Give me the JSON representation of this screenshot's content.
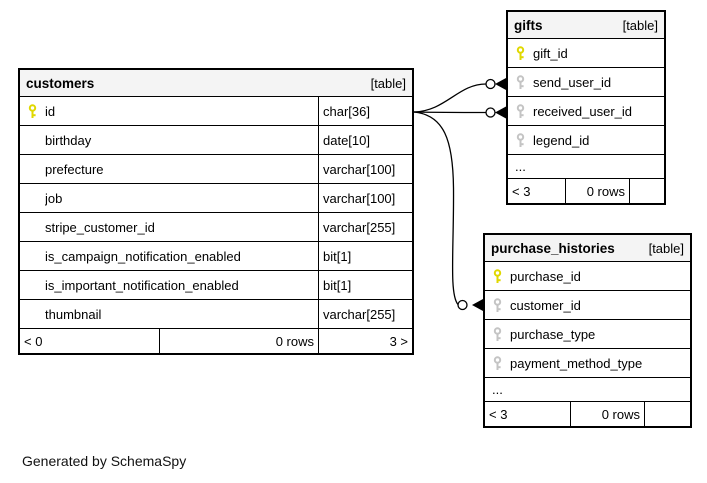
{
  "page": {
    "generated_note": "Generated by SchemaSpy",
    "background_color": "#ffffff",
    "primary_key_color": "#e0d800",
    "foreign_key_color": "#c4c4c4",
    "border_color": "#000000",
    "header_bg_color": "#f4f4f4"
  },
  "tables": {
    "customers": {
      "title": "customers",
      "tag": "[table]",
      "columns": [
        {
          "key": "primary",
          "name": "id",
          "type": "char[36]"
        },
        {
          "key": null,
          "name": "birthday",
          "type": "date[10]"
        },
        {
          "key": null,
          "name": "prefecture",
          "type": "varchar[100]"
        },
        {
          "key": null,
          "name": "job",
          "type": "varchar[100]"
        },
        {
          "key": null,
          "name": "stripe_customer_id",
          "type": "varchar[255]"
        },
        {
          "key": null,
          "name": "is_campaign_notification_enabled",
          "type": "bit[1]"
        },
        {
          "key": null,
          "name": "is_important_notification_enabled",
          "type": "bit[1]"
        },
        {
          "key": null,
          "name": "thumbnail",
          "type": "varchar[255]"
        }
      ],
      "footer": {
        "left": "< 0",
        "middle": "0 rows",
        "right": "3 >"
      }
    },
    "gifts": {
      "title": "gifts",
      "tag": "[table]",
      "columns": [
        {
          "key": "primary",
          "name": "gift_id"
        },
        {
          "key": "foreign",
          "name": "send_user_id"
        },
        {
          "key": "foreign",
          "name": "received_user_id"
        },
        {
          "key": "foreign",
          "name": "legend_id"
        }
      ],
      "ellipsis": "...",
      "footer": {
        "left": "< 3",
        "middle": "0 rows",
        "right": ""
      }
    },
    "purchase_histories": {
      "title": "purchase_histories",
      "tag": "[table]",
      "columns": [
        {
          "key": "primary",
          "name": "purchase_id"
        },
        {
          "key": "foreign",
          "name": "customer_id"
        },
        {
          "key": "foreign",
          "name": "purchase_type"
        },
        {
          "key": "foreign",
          "name": "payment_method_type"
        }
      ],
      "ellipsis": "...",
      "footer": {
        "left": "< 3",
        "middle": "0 rows",
        "right": ""
      }
    }
  },
  "relationships": [
    {
      "from": "customers.id",
      "to": "gifts.send_user_id"
    },
    {
      "from": "customers.id",
      "to": "gifts.received_user_id"
    },
    {
      "from": "customers.id",
      "to": "purchase_histories.customer_id"
    }
  ]
}
